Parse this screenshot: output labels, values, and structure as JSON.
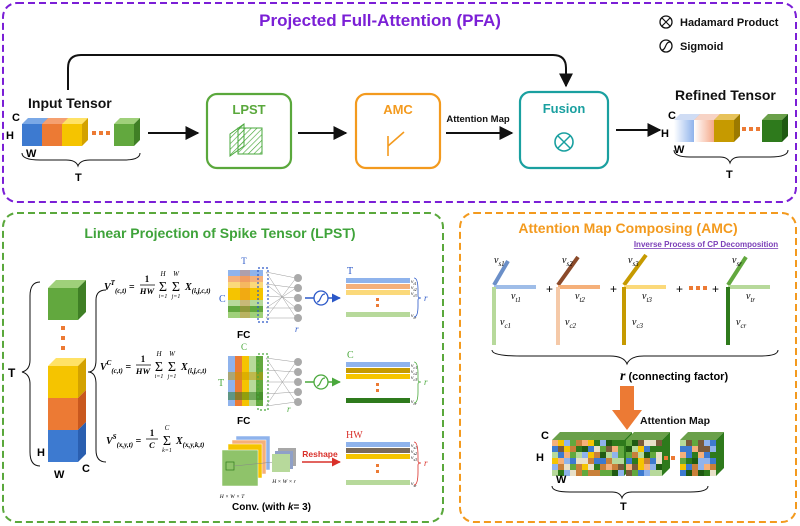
{
  "pfa": {
    "title": "Projected Full-Attention (PFA)",
    "legend_hadamard": "Hadamard Product",
    "legend_sigmoid": "Sigmoid",
    "input_label": "Input Tensor",
    "refined_label": "Refined Tensor",
    "dim_c": "C",
    "dim_h": "H",
    "dim_w": "W",
    "dim_t": "T",
    "lpst_box": "LPST",
    "amc_box": "AMC",
    "fusion_box": "Fusion",
    "attention_map_arrow": "Attention Map"
  },
  "lpst": {
    "title": "Linear Projection of Spike Tensor (LPST)",
    "dim_t": "T",
    "dim_h": "H",
    "dim_w": "W",
    "dim_c": "C",
    "eq1_lhs": "V",
    "eq1_sup": "T",
    "eq1_sub": "(c,t)",
    "eq1_frac": "1",
    "eq1_den": "HW",
    "eq1_x": "X",
    "eq1_xsub": "(i,j,c,t)",
    "eq2_lhs": "V",
    "eq2_sup": "C",
    "eq2_sub": "(c,t)",
    "eq2_frac": "1",
    "eq2_den": "HW",
    "eq2_x": "X",
    "eq2_xsub": "(i,j,c,t)",
    "eq3_lhs": "V",
    "eq3_sup": "S",
    "eq3_sub": "(x,y,t)",
    "eq3_frac": "1",
    "eq3_den": "C",
    "eq3_x": "X",
    "eq3_xsub": "(x,y,k,t)",
    "sum_h": "H",
    "sum_w": "W",
    "sum_c": "C",
    "sum_i1": "i=1",
    "sum_j1": "j=1",
    "sum_k1": "k=1",
    "fc1": "FC",
    "fc2": "FC",
    "conv": "Conv. (with k= 3)",
    "reshape": "Reshape",
    "mat1_label": "T",
    "mat1_side": "C",
    "mat2_label": "C",
    "mat2_side": "T",
    "mat3_label": "HW",
    "r": "r",
    "out1_top": "T",
    "out2_top": "C",
    "out3_top": "HW",
    "vt1": "v",
    "conv_in": "H × W × T",
    "conv_out": "H × W × r"
  },
  "amc": {
    "title": "Attention Map Composing (AMC)",
    "subtitle": "Inverse Process of CP Decomposition",
    "connecting": "r (connecting factor)",
    "attention_map": "Attention Map",
    "dim_c": "C",
    "dim_h": "H",
    "dim_w": "W",
    "dim_t": "T",
    "terms": [
      {
        "s": "s1",
        "t": "t1",
        "c": "c1"
      },
      {
        "s": "s2",
        "t": "t2",
        "c": "c2"
      },
      {
        "s": "s3",
        "t": "t3",
        "c": "c3"
      },
      {
        "s": "sr",
        "t": "tr",
        "c": "cr"
      }
    ],
    "plus": "+"
  },
  "colors": {
    "purple": "#7b1fd6",
    "green": "#5aa83c",
    "orange": "#f39a1e",
    "teal": "#1aa0a0",
    "blue": "#3a78c4",
    "red": "#d9302a"
  }
}
